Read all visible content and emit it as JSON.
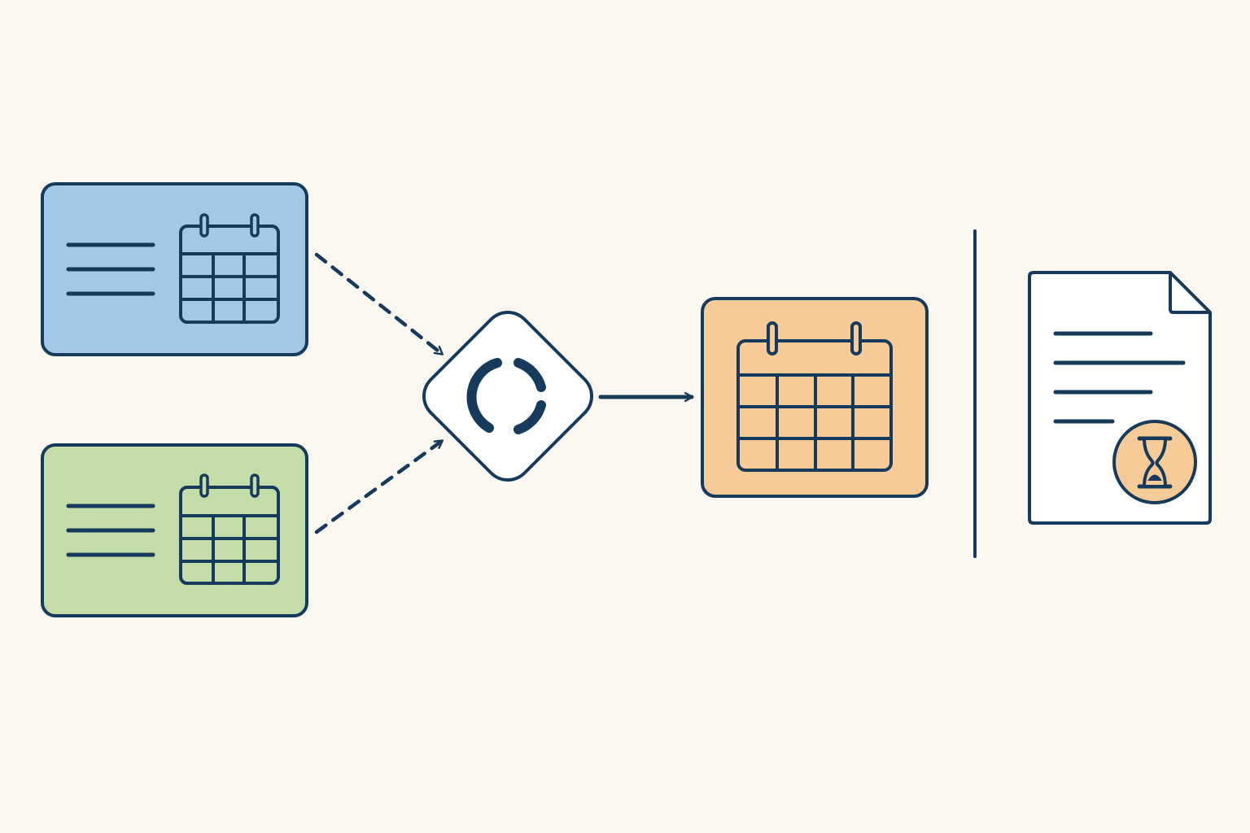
{
  "colors": {
    "background": "#FAF7F1",
    "stroke": "#163A5C",
    "source_a_fill": "#A3C8E6",
    "source_b_fill": "#C3DCA8",
    "merged_fill": "#F7CB98",
    "document_fill": "#FFFFFF",
    "hourglass_badge_fill": "#F7CB98"
  },
  "nodes": [
    {
      "id": "source-calendar-a",
      "kind": "card",
      "icons": [
        "text-lines-icon",
        "calendar-icon"
      ],
      "fill": "source_a_fill"
    },
    {
      "id": "source-calendar-b",
      "kind": "card",
      "icons": [
        "text-lines-icon",
        "calendar-icon"
      ],
      "fill": "source_b_fill"
    },
    {
      "id": "sync-hub",
      "kind": "diamond",
      "icons": [
        "sync-icon"
      ]
    },
    {
      "id": "merged-calendar",
      "kind": "card",
      "icons": [
        "calendar-icon"
      ],
      "fill": "merged_fill"
    },
    {
      "id": "pending-document",
      "kind": "document",
      "icons": [
        "text-lines-icon",
        "hourglass-icon"
      ],
      "fill": "document_fill"
    }
  ],
  "edges": [
    {
      "from": "source-calendar-a",
      "to": "sync-hub",
      "style": "dashed",
      "arrow": true
    },
    {
      "from": "source-calendar-b",
      "to": "sync-hub",
      "style": "dashed",
      "arrow": true
    },
    {
      "from": "sync-hub",
      "to": "merged-calendar",
      "style": "solid",
      "arrow": true
    }
  ],
  "separator": {
    "style": "solid",
    "orientation": "vertical"
  }
}
